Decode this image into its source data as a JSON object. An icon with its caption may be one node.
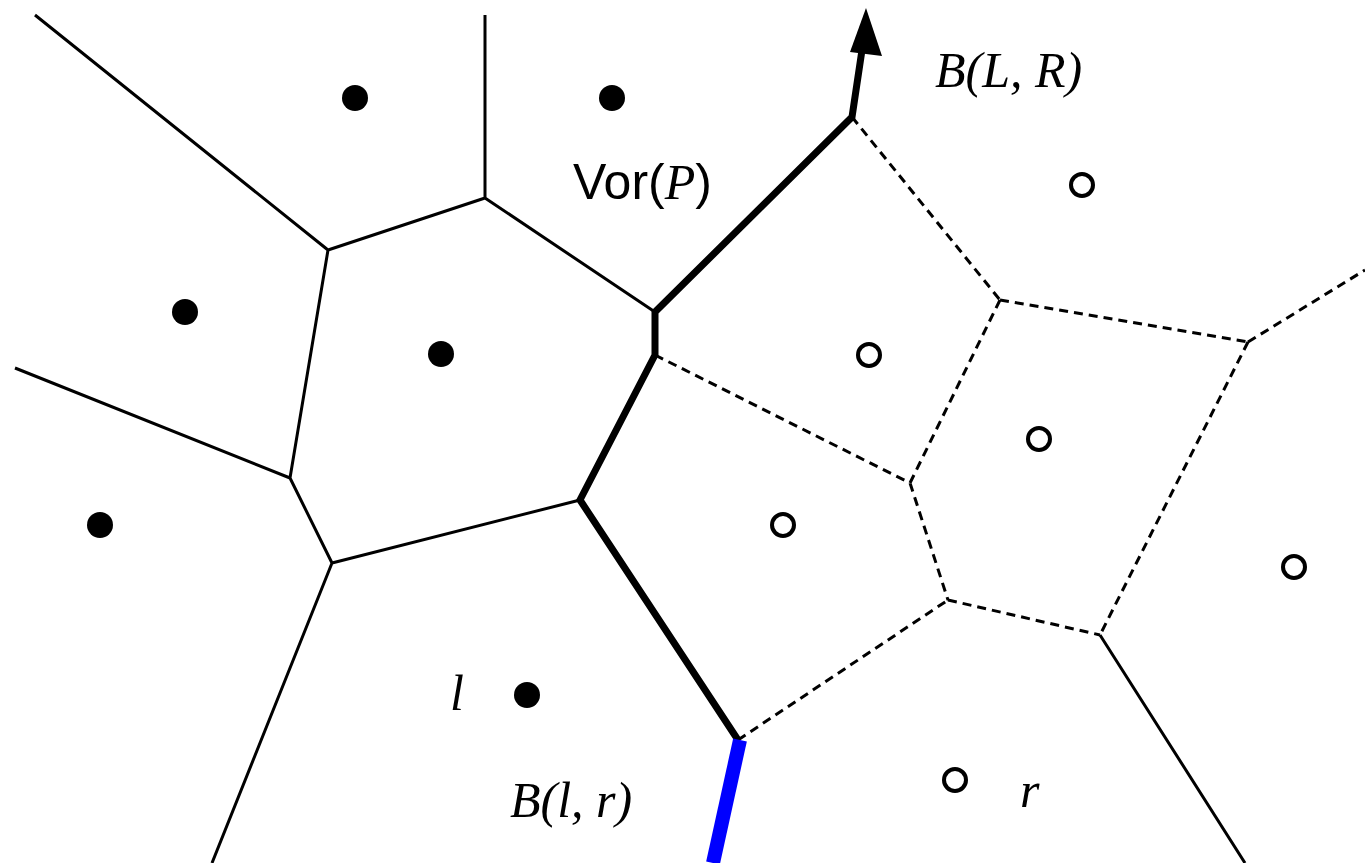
{
  "diagram": {
    "labels": [
      "B(L, R)",
      "Vor(*P*)",
      "l",
      "B(l, r)",
      "r"
    ]
  }
}
